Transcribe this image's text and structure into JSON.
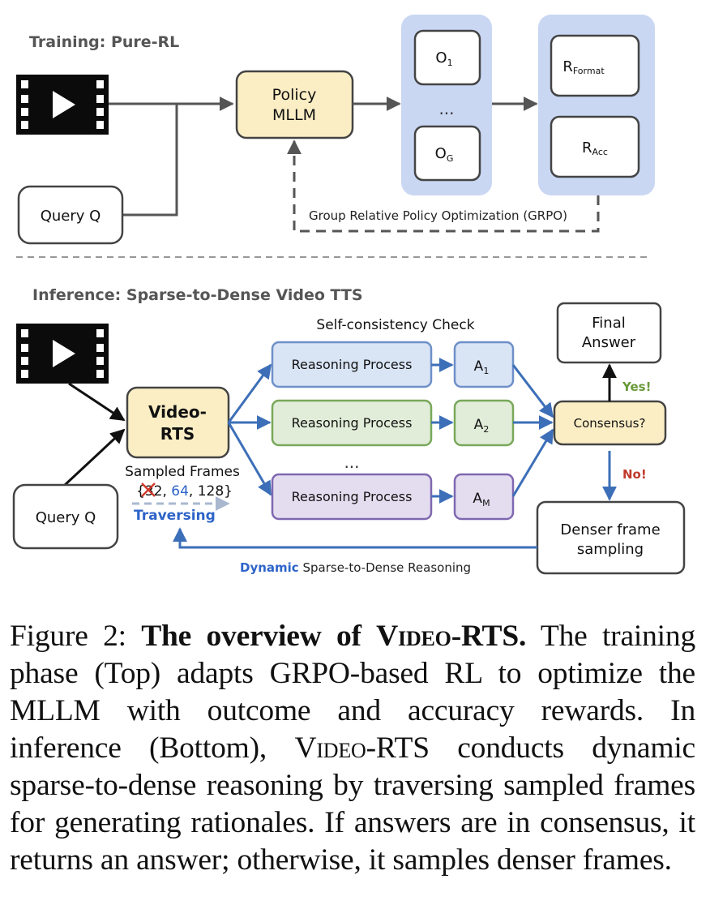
{
  "training": {
    "title": "Training: Pure-RL",
    "policy_line1": "Policy",
    "policy_line2": "MLLM",
    "query": "Query Q",
    "o1": "O",
    "o1_sub": "1",
    "ellipsis": "...",
    "og": "O",
    "og_sub": "G",
    "r_format": "R",
    "r_format_sub": "Format",
    "r_acc": "R",
    "r_acc_sub": "Acc",
    "grpo": "Group Relative Policy Optimization (GRPO)"
  },
  "inference": {
    "title": "Inference: Sparse-to-Dense Video TTS",
    "self_consistency": "Self-consistency Check",
    "rts_line1": "Video-",
    "rts_line2": "RTS",
    "query": "Query Q",
    "sampled_frames": "Sampled Frames",
    "frames_open": "{",
    "frames_32": "32",
    "frames_comma1": ", ",
    "frames_64": "64",
    "frames_comma2": ", 128}",
    "traversing": "Traversing",
    "reasoning1": "Reasoning Process",
    "reasoning2": "Reasoning Process",
    "reasoning3": "Reasoning Process",
    "dots": "...",
    "a1": "A",
    "a1_sub": "1",
    "a2": "A",
    "a2_sub": "2",
    "am": "A",
    "am_sub": "M",
    "consensus": "Consensus?",
    "final_line1": "Final",
    "final_line2": "Answer",
    "yes": "Yes!",
    "no": "No!",
    "denser_line1": "Denser frame",
    "denser_line2": "sampling",
    "dynamic": "Dynamic",
    "s2d": " Sparse-to-Dense Reasoning"
  },
  "caption": {
    "fig": "Figure 2: ",
    "bold_pre": "The overview of ",
    "bold_sc": "Video",
    "bold_post": "-RTS.",
    "text1": " The training phase (Top) adapts GRPO-based RL to optimize the MLLM with outcome and accuracy rewards. In inference (Bottom), ",
    "sc2": "Video",
    "text2": "-RTS conducts dynamic sparse-to-dense reasoning by traversing sampled frames for generating rationales.  If answers are in consensus, it returns an answer; otherwise, it samples denser frames."
  },
  "colors": {
    "policy_fill": "#fbeec5",
    "panel_fill": "#c9d7f3",
    "blue_arrow": "#3d6fb8",
    "r1_fill": "#d9e4f5",
    "r1_stroke": "#6e90c8",
    "r2_fill": "#e1edd8",
    "r2_stroke": "#79a85a",
    "r3_fill": "#e4ddf0",
    "r3_stroke": "#7f68b0",
    "yes": "#6a9a3a",
    "no": "#c0392b",
    "highlight_blue": "#2e64c8"
  }
}
